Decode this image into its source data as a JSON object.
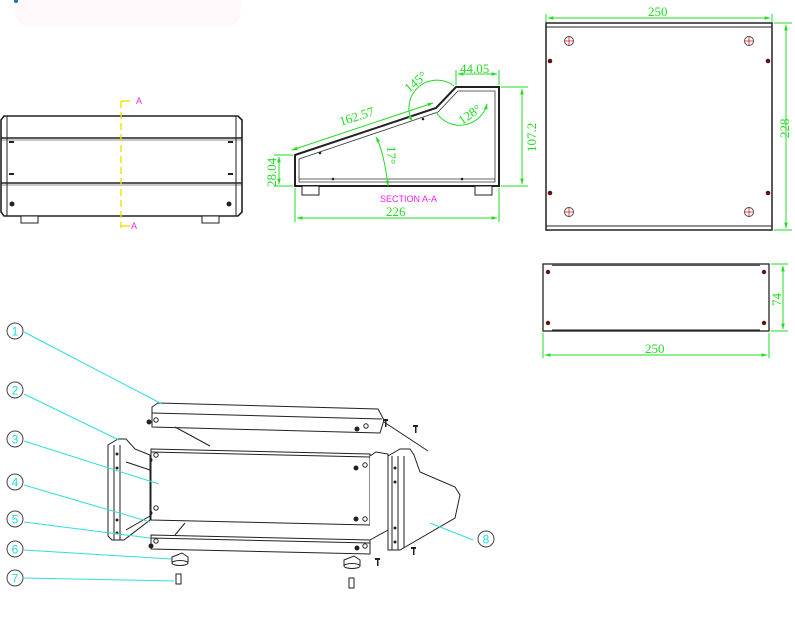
{
  "drawing": {
    "title": "Instrument enclosure technical drawing",
    "colors": {
      "outline": "#222222",
      "dimension": "#22dd22",
      "section_label": "#ee22ee",
      "centerline": "#f0e000",
      "leader": "#33dddd",
      "hole_mark": "#dd2222",
      "screw_dot": "#661111"
    },
    "front_view": {
      "section_marker_top": "A",
      "section_marker_bottom": "A"
    },
    "section_view": {
      "label": "SECTION A-A",
      "dimensions": {
        "overall_width": "226",
        "overall_height": "107.2",
        "front_height": "28.04",
        "slope_length": "162.57",
        "top_flat": "44.05"
      },
      "angles": {
        "slope": "17°",
        "upper_bend": "145°",
        "lower_bend": "128°"
      }
    },
    "top_view": {
      "width": "250",
      "depth": "228"
    },
    "rear_view": {
      "width": "250",
      "height": "74"
    },
    "exploded_view": {
      "balloons": [
        "1",
        "2",
        "3",
        "4",
        "5",
        "6",
        "7",
        "8"
      ]
    }
  }
}
